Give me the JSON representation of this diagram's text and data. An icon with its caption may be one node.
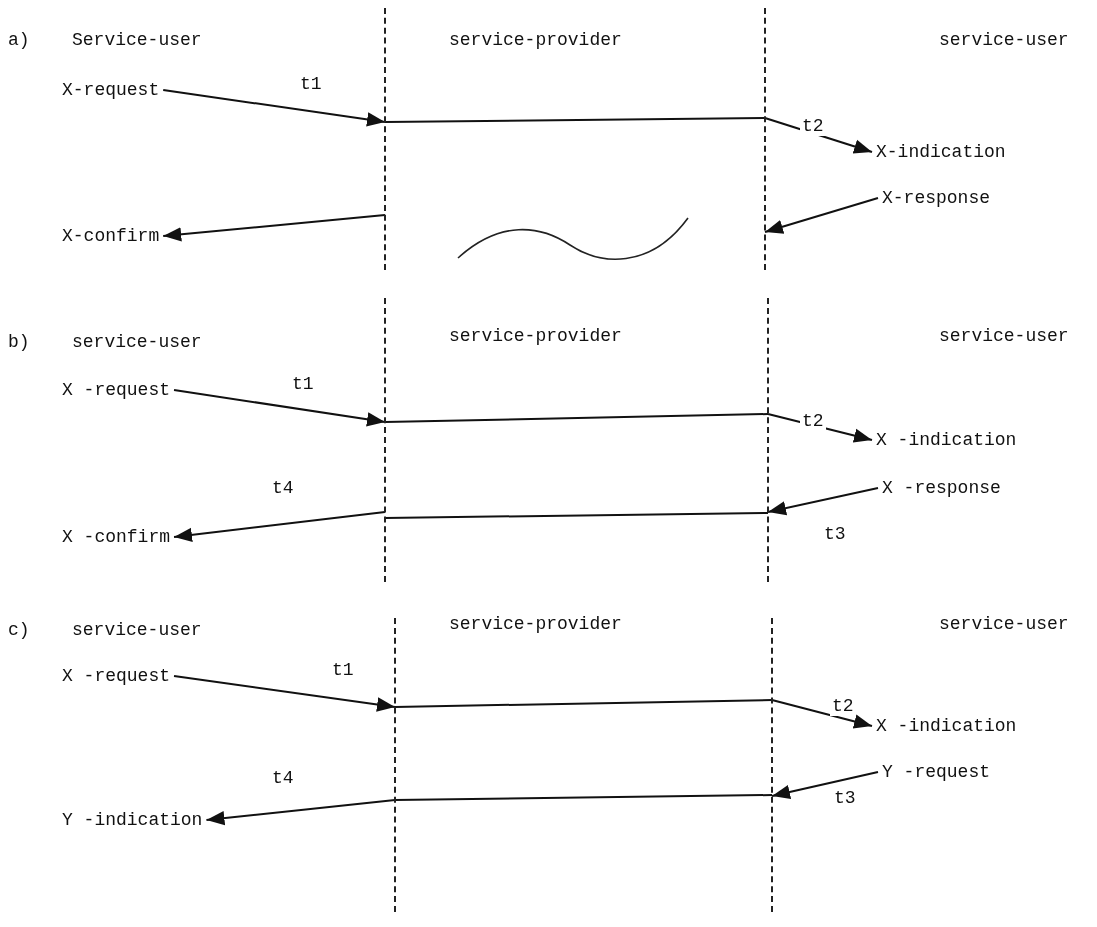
{
  "diagram": {
    "nodes": [
      {
        "text": [
          "X-request"
        ]
      },
      {
        "text": [
          "X-indication"
        ]
      },
      {
        "text": [
          "X-response"
        ]
      },
      {
        "text": [
          "X-confirm"
        ]
      },
      {
        "text": [],
        "shape": "bar"
      },
      {
        "text": [],
        "shape": "bar"
      },
      {
        "text": [
          "X -request"
        ]
      },
      {
        "text": [
          "X -indication"
        ]
      },
      {
        "text": [
          "X -response"
        ]
      },
      {
        "text": [
          "X -confirm"
        ]
      },
      {
        "text": [],
        "shape": "bar"
      },
      {
        "text": [],
        "shape": "bar"
      },
      {
        "text": [
          "X -request"
        ]
      },
      {
        "text": [
          "X -indication"
        ]
      },
      {
        "text": [
          "Y -request"
        ]
      },
      {
        "text": [
          "Y -indication"
        ]
      },
      {
        "text": [],
        "shape": "bar"
      },
      {
        "text": [],
        "shape": "bar"
      }
    ],
    "edges": [
      {
        "from": 0,
        "to": 4,
        "arrow": "to",
        "label": "t1"
      },
      {
        "from": 4,
        "to": 5,
        "arrow": "none"
      },
      {
        "from": 5,
        "to": 1,
        "arrow": "to",
        "label": "t2"
      },
      {
        "from": 2,
        "to": 5,
        "arrow": "to"
      },
      {
        "from": 4,
        "to": 3,
        "arrow": "to"
      },
      {
        "from": 6,
        "to": 10,
        "arrow": "to",
        "label": "t1"
      },
      {
        "from": 10,
        "to": 11,
        "arrow": "none"
      },
      {
        "from": 11,
        "to": 7,
        "arrow": "to",
        "label": "t2"
      },
      {
        "from": 8,
        "to": 11,
        "arrow": "to",
        "label": "t3"
      },
      {
        "from": 10,
        "to": 11,
        "arrow": "none"
      },
      {
        "from": 10,
        "to": 9,
        "arrow": "to",
        "label": "t4"
      },
      {
        "from": 12,
        "to": 16,
        "arrow": "to",
        "label": "t1"
      },
      {
        "from": 16,
        "to": 17,
        "arrow": "none"
      },
      {
        "from": 17,
        "to": 13,
        "arrow": "to",
        "label": "t2"
      },
      {
        "from": 14,
        "to": 17,
        "arrow": "to",
        "label": "t3"
      },
      {
        "from": 16,
        "to": 17,
        "arrow": "none"
      },
      {
        "from": 16,
        "to": 15,
        "arrow": "to",
        "label": "t4"
      }
    ],
    "labels": [
      "a)",
      "Service-user",
      "service-provider",
      "service-user",
      "b)",
      "service-user",
      "service-provider",
      "service-user",
      "c)",
      "service-user",
      "service-provider",
      "service-user"
    ]
  }
}
